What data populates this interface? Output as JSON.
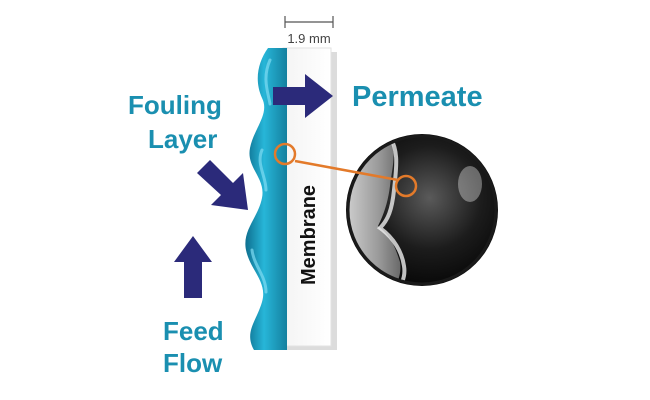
{
  "labels": {
    "scale_bar": "1.9 mm",
    "permeate": "Permeate",
    "fouling_line1": "Fouling",
    "fouling_line2": "Layer",
    "feed_line1": "Feed",
    "feed_line2": "Flow",
    "membrane": "Membrane"
  },
  "colors": {
    "teal_text": "#1a8fb0",
    "navy_arrow": "#2b2a7a",
    "fouling_blue": "#1fa4c8",
    "membrane_white": "#ffffff",
    "callout_orange": "#e37a2a",
    "scale_line": "#555555"
  },
  "icons": {
    "flow_arrows": "arrow-icon",
    "callout": "magnifier-circle"
  }
}
